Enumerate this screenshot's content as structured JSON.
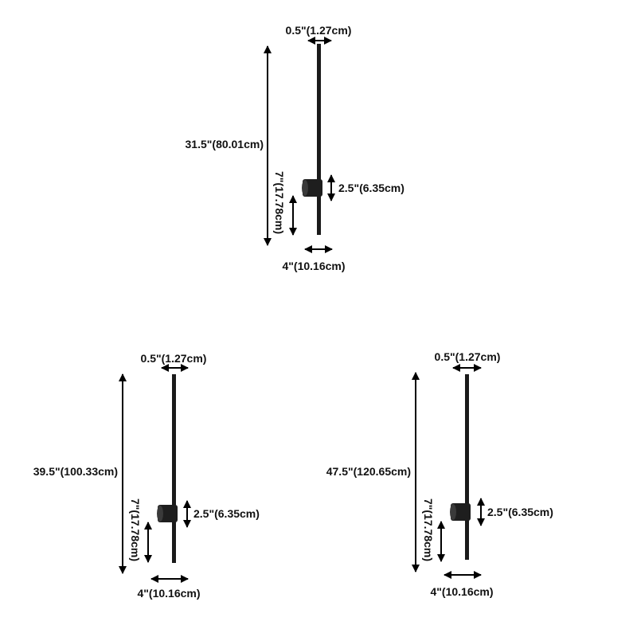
{
  "lamps": [
    {
      "width_label": "0.5\"(1.27cm)",
      "height_label": "31.5\"(80.01cm)",
      "head_label": "2.5\"(6.35cm)",
      "offset_label": "7\"(17.78cm)",
      "depth_label": "4\"(10.16cm)"
    },
    {
      "width_label": "0.5\"(1.27cm)",
      "height_label": "39.5\"(100.33cm)",
      "head_label": "2.5\"(6.35cm)",
      "offset_label": "7\"(17.78cm)",
      "depth_label": "4\"(10.16cm)"
    },
    {
      "width_label": "0.5\"(1.27cm)",
      "height_label": "47.5\"(120.65cm)",
      "head_label": "2.5\"(6.35cm)",
      "offset_label": "7\"(17.78cm)",
      "depth_label": "4\"(10.16cm)"
    }
  ],
  "colors": {
    "ink": "#000000",
    "fixture": "#1a1a1a"
  }
}
